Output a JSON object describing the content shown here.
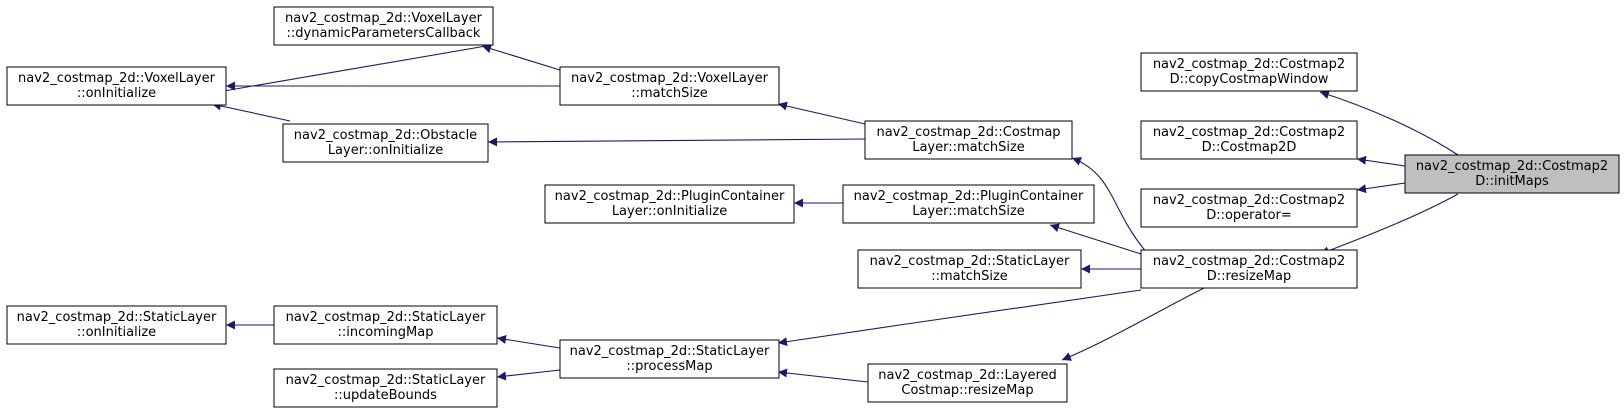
{
  "colors": {
    "edge": "#191970",
    "node_border": "#000000",
    "highlight_fill": "#bfbfbf",
    "background": "#ffffff"
  },
  "nodes": {
    "voxel_onInitialize": {
      "line1": "nav2_costmap_2d::VoxelLayer",
      "line2": "::onInitialize"
    },
    "voxel_dynamicParametersCallback": {
      "line1": "nav2_costmap_2d::VoxelLayer",
      "line2": "::dynamicParametersCallback"
    },
    "voxel_matchSize": {
      "line1": "nav2_costmap_2d::VoxelLayer",
      "line2": "::matchSize"
    },
    "obstacle_onInitialize": {
      "line1": "nav2_costmap_2d::Obstacle",
      "line2": "Layer::onInitialize"
    },
    "costmaplayer_matchSize": {
      "line1": "nav2_costmap_2d::Costmap",
      "line2": "Layer::matchSize"
    },
    "plugincontainer_onInitialize": {
      "line1": "nav2_costmap_2d::PluginContainer",
      "line2": "Layer::onInitialize"
    },
    "plugincontainer_matchSize": {
      "line1": "nav2_costmap_2d::PluginContainer",
      "line2": "Layer::matchSize"
    },
    "static_matchSize": {
      "line1": "nav2_costmap_2d::StaticLayer",
      "line2": "::matchSize"
    },
    "static_onInitialize": {
      "line1": "nav2_costmap_2d::StaticLayer",
      "line2": "::onInitialize"
    },
    "static_incomingMap": {
      "line1": "nav2_costmap_2d::StaticLayer",
      "line2": "::incomingMap"
    },
    "static_updateBounds": {
      "line1": "nav2_costmap_2d::StaticLayer",
      "line2": "::updateBounds"
    },
    "static_processMap": {
      "line1": "nav2_costmap_2d::StaticLayer",
      "line2": "::processMap"
    },
    "layered_resizeMap": {
      "line1": "nav2_costmap_2d::Layered",
      "line2": "Costmap::resizeMap"
    },
    "costmap2d_copyCostmapWindow": {
      "line1": "nav2_costmap_2d::Costmap2",
      "line2": "D::copyCostmapWindow"
    },
    "costmap2d_ctor": {
      "line1": "nav2_costmap_2d::Costmap2",
      "line2": "D::Costmap2D"
    },
    "costmap2d_operator": {
      "line1": "nav2_costmap_2d::Costmap2",
      "line2": "D::operator="
    },
    "costmap2d_resizeMap": {
      "line1": "nav2_costmap_2d::Costmap2",
      "line2": "D::resizeMap"
    },
    "costmap2d_initMaps": {
      "line1": "nav2_costmap_2d::Costmap2",
      "line2": "D::initMaps"
    }
  }
}
